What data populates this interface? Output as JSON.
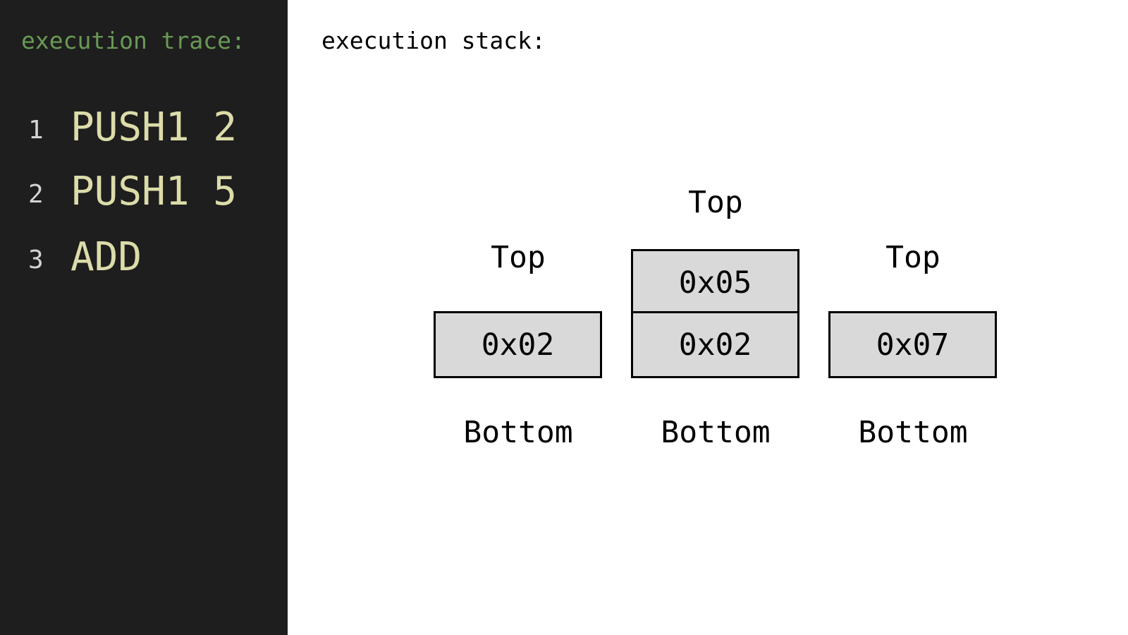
{
  "trace": {
    "title": "execution trace:",
    "lines": [
      {
        "num": "1",
        "code": "PUSH1 2"
      },
      {
        "num": "2",
        "code": "PUSH1 5"
      },
      {
        "num": "3",
        "code": "ADD"
      }
    ]
  },
  "stack": {
    "title": "execution stack:",
    "snapshots": [
      {
        "top_label": "Top",
        "bottom_label": "Bottom",
        "cells": [
          "0x02"
        ]
      },
      {
        "top_label": "Top",
        "bottom_label": "Bottom",
        "cells": [
          "0x05",
          "0x02"
        ]
      },
      {
        "top_label": "Top",
        "bottom_label": "Bottom",
        "cells": [
          "0x07"
        ]
      }
    ]
  },
  "colors": {
    "panel_bg": "#1e1e1e",
    "comment": "#6a9955",
    "code": "#dcdcaa",
    "line_number": "#d4d4d4",
    "cell_fill": "#d9d9d9"
  }
}
